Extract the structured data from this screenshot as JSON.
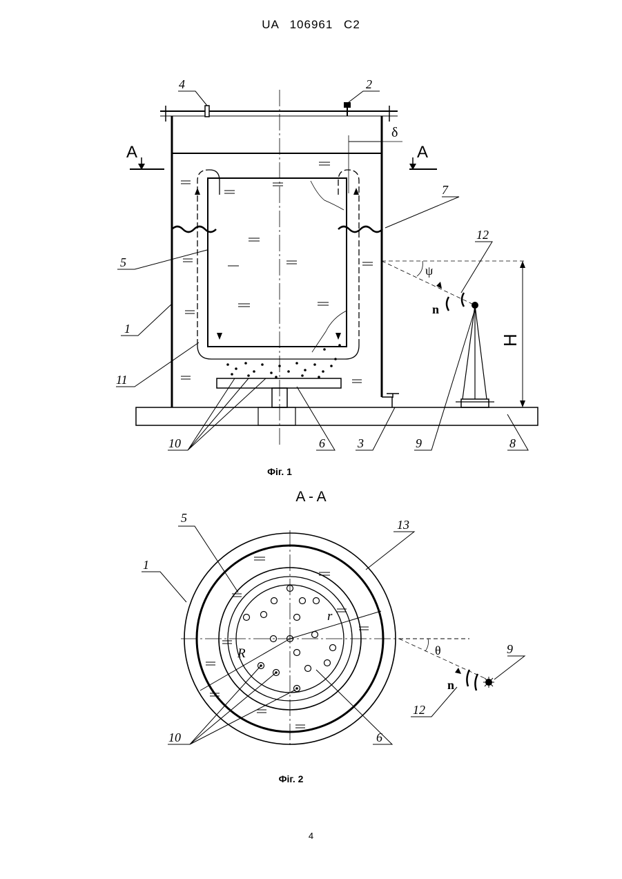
{
  "header": "UA 106961 C2",
  "fig1": {
    "caption": "Фіг. 1",
    "labels": {
      "l1": "1",
      "l2": "2",
      "l3": "3",
      "l4": "4",
      "l5": "5",
      "l6": "6",
      "l7": "7",
      "l8": "8",
      "l9": "9",
      "l10": "10",
      "l11": "11",
      "l12": "12"
    },
    "section_mark": "A",
    "delta": "δ",
    "psi": "ψ",
    "height": "H",
    "normal": "n"
  },
  "section_title": "A - A",
  "fig2": {
    "caption": "Фіг. 2",
    "labels": {
      "l1": "1",
      "l5": "5",
      "l6": "6",
      "l9": "9",
      "l10": "10",
      "l12": "12",
      "l13": "13"
    },
    "R": "R",
    "r": "r",
    "theta": "θ",
    "normal": "n"
  },
  "page_number": "4"
}
